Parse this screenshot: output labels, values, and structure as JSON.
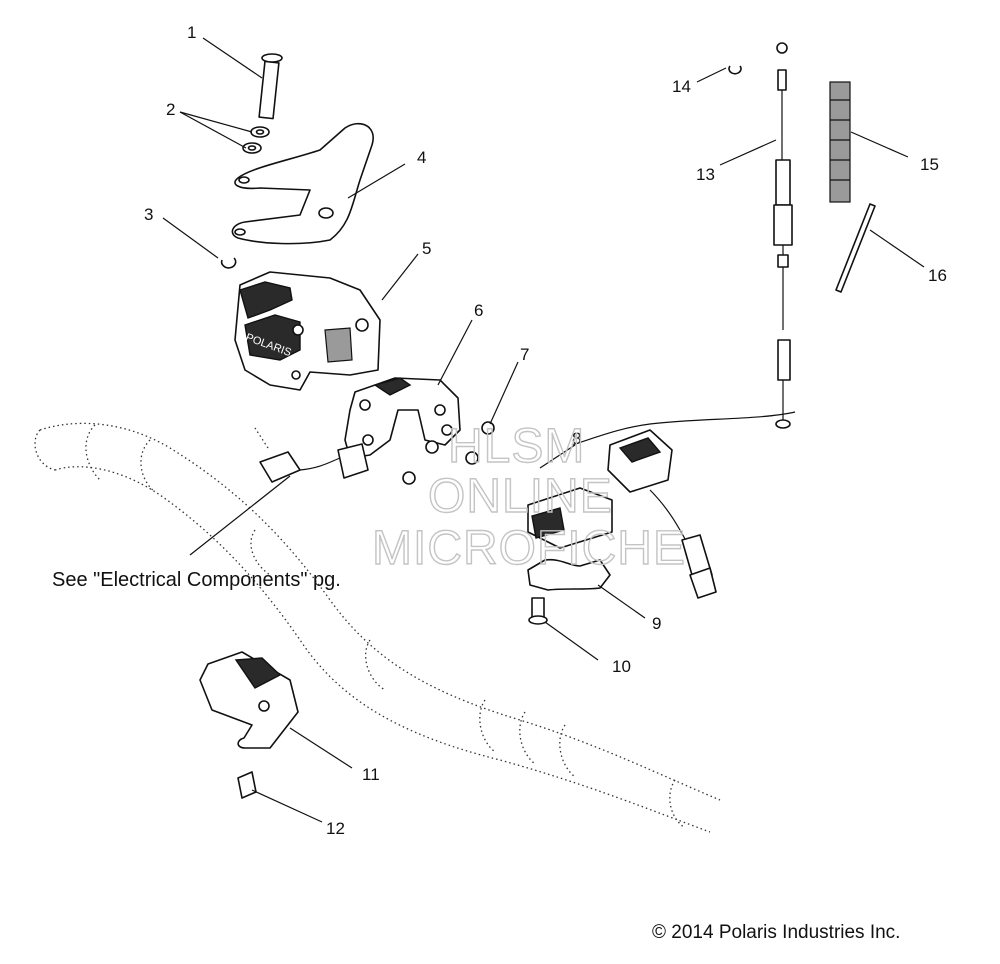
{
  "callouts": [
    "1",
    "2",
    "3",
    "4",
    "5",
    "6",
    "7",
    "8",
    "9",
    "10",
    "11",
    "12",
    "13",
    "14",
    "15",
    "16"
  ],
  "note": "See \"Electrical Components\" pg.",
  "copyright": "© 2014 Polaris Industries Inc.",
  "watermark": [
    "HLSM",
    "ONLINE",
    "MICROFICHE"
  ],
  "housing_logo": "POLARIS"
}
